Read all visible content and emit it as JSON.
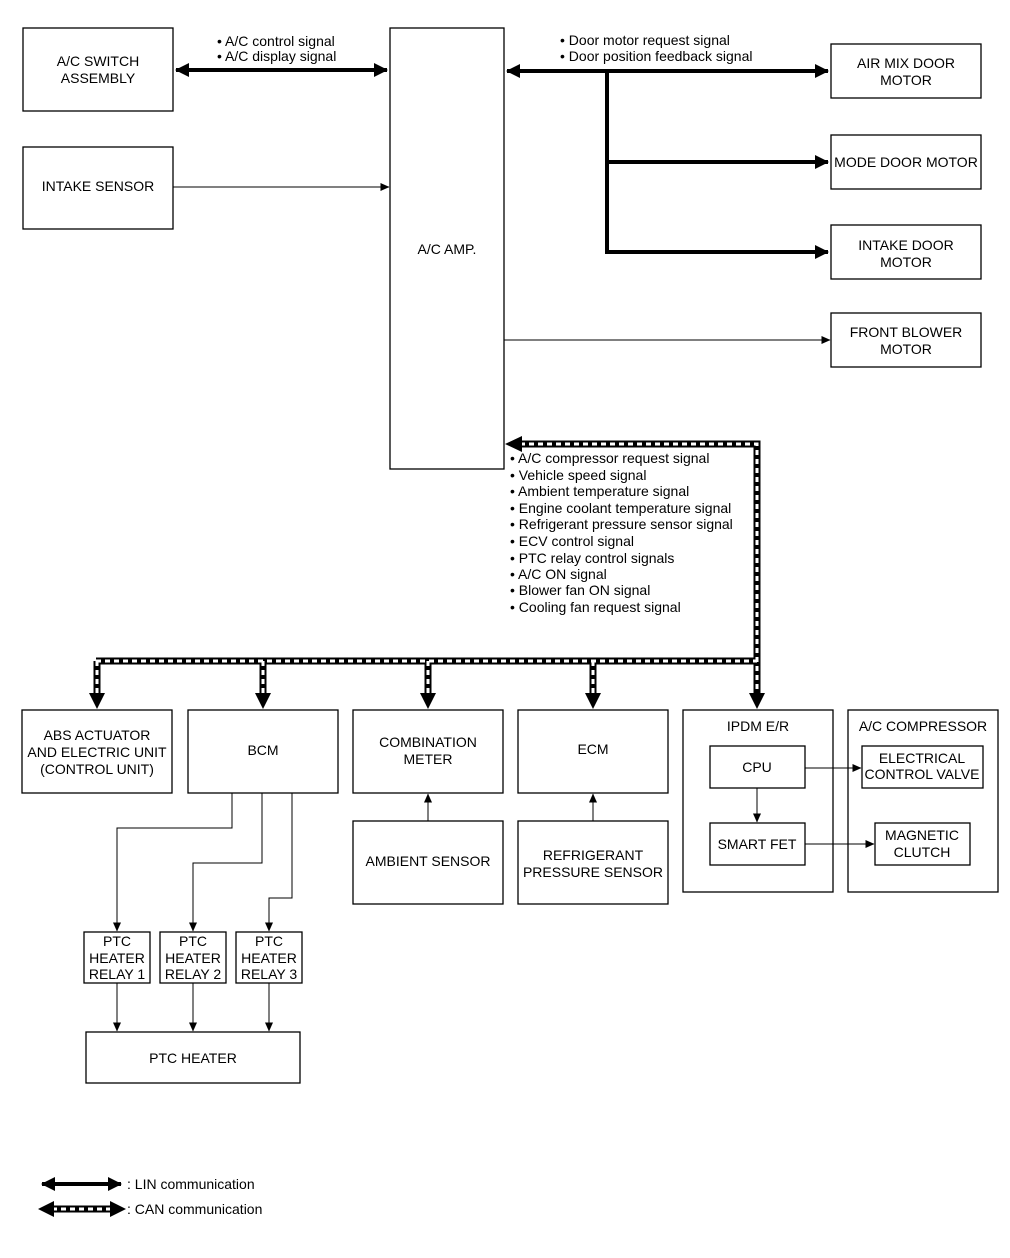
{
  "blocks": {
    "ac_switch": [
      "A/C SWITCH",
      "ASSEMBLY"
    ],
    "intake_sensor": [
      "INTAKE SENSOR"
    ],
    "ac_amp": [
      "A/C AMP."
    ],
    "air_mix": [
      "AIR MIX DOOR",
      "MOTOR"
    ],
    "mode_door": [
      "MODE DOOR MOTOR"
    ],
    "intake_door": [
      "INTAKE DOOR",
      "MOTOR"
    ],
    "front_blower": [
      "FRONT BLOWER",
      "MOTOR"
    ],
    "abs": [
      "ABS ACTUATOR",
      "AND ELECTRIC UNIT",
      "(CONTROL UNIT)"
    ],
    "bcm": [
      "BCM"
    ],
    "combination_meter": [
      "COMBINATION",
      "METER"
    ],
    "ecm": [
      "ECM"
    ],
    "ipdm": [
      "IPDM E/R"
    ],
    "cpu": [
      "CPU"
    ],
    "smart_fet": [
      "SMART FET"
    ],
    "ac_compressor": [
      "A/C COMPRESSOR"
    ],
    "ecv": [
      "ELECTRICAL",
      "CONTROL VALVE"
    ],
    "magnetic_clutch": [
      "MAGNETIC",
      "CLUTCH"
    ],
    "ambient_sensor": [
      "AMBIENT SENSOR"
    ],
    "refrigerant_sensor": [
      "REFRIGERANT",
      "PRESSURE SENSOR"
    ],
    "ptc_relay_1": [
      "PTC",
      "HEATER",
      "RELAY 1"
    ],
    "ptc_relay_2": [
      "PTC",
      "HEATER",
      "RELAY 2"
    ],
    "ptc_relay_3": [
      "PTC",
      "HEATER",
      "RELAY 3"
    ],
    "ptc_heater": [
      "PTC HEATER"
    ]
  },
  "signals": {
    "switch_to_amp": [
      "A/C control signal",
      "A/C display signal"
    ],
    "amp_to_door_motors": [
      "Door motor request signal",
      "Door position feedback signal"
    ],
    "can_bus": [
      "A/C compressor request signal",
      "Vehicle speed signal",
      "Ambient temperature signal",
      "Engine coolant temperature signal",
      "Refrigerant pressure sensor signal",
      "ECV control signal",
      "PTC relay control signals",
      "A/C ON signal",
      "Blower fan ON signal",
      "Cooling fan request signal"
    ],
    "bullet": "•"
  },
  "legend": {
    "lin": ": LIN communication",
    "can": ": CAN communication"
  }
}
